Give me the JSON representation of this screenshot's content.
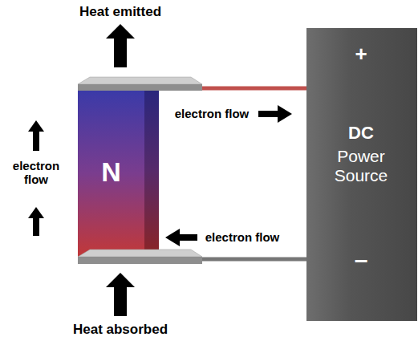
{
  "diagram": {
    "nodes": [
      {
        "text": [
          "N"
        ]
      },
      {
        "text": [
          "+",
          "DC",
          "Power Source",
          "–"
        ]
      }
    ],
    "edges": [
      {
        "from": 0,
        "to": 1,
        "arrow": "none"
      },
      {
        "from": 0,
        "to": 1,
        "arrow": "none"
      }
    ],
    "labels": [
      "Heat emitted",
      "electron flow",
      "electron flow",
      "electron flow",
      "Heat absorbed"
    ]
  }
}
